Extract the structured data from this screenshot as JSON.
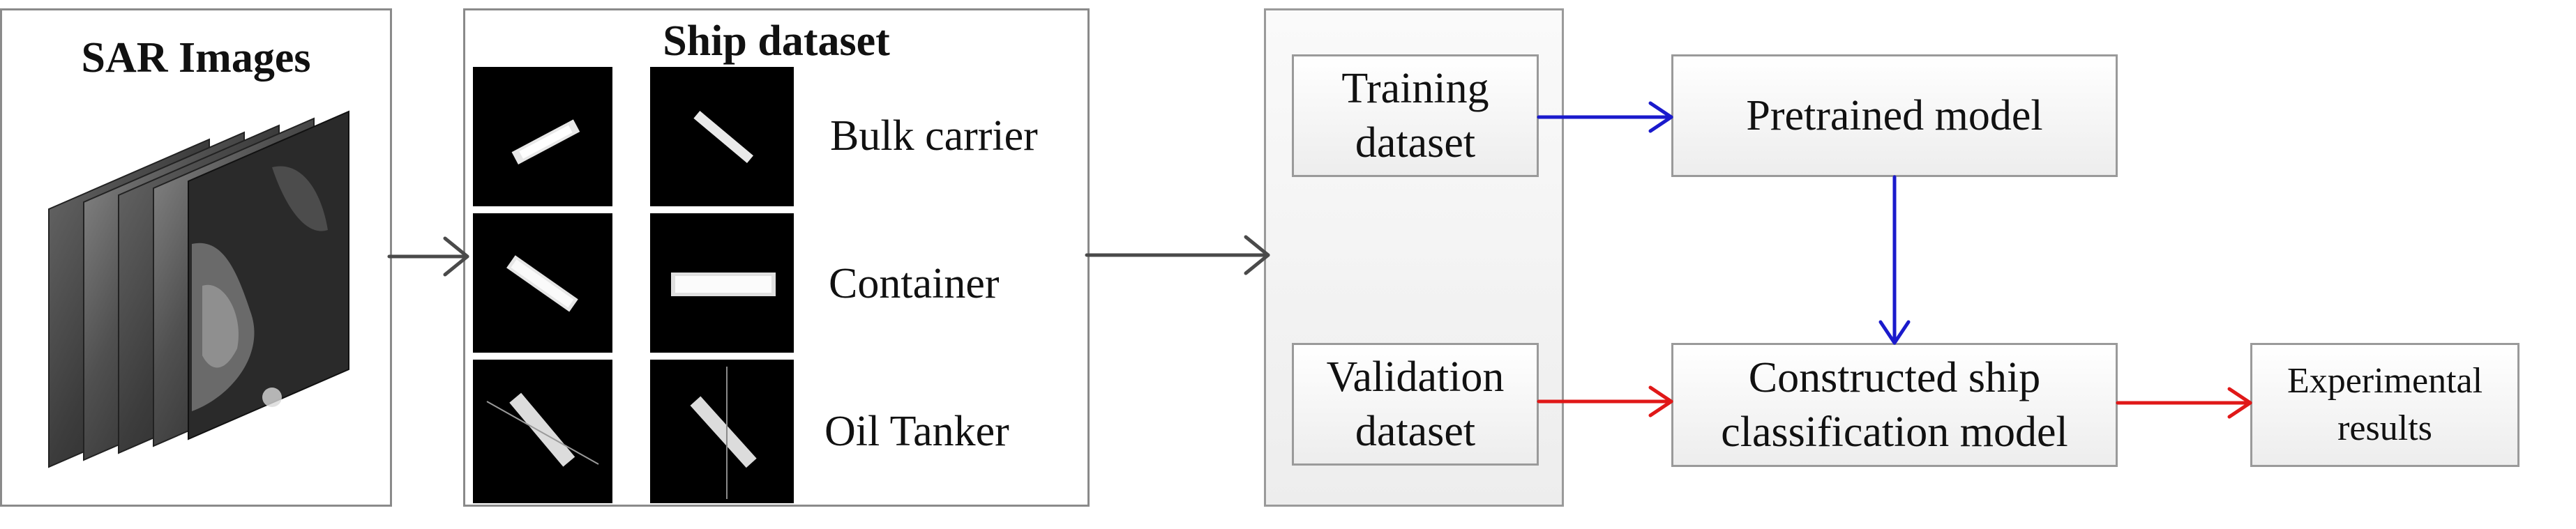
{
  "sar_panel": {
    "title": "SAR Images"
  },
  "ship_panel": {
    "title": "Ship dataset",
    "classes": [
      "Bulk carrier",
      "Container",
      "Oil Tanker"
    ]
  },
  "data_panel": {
    "training": "Training\ndataset",
    "validation": "Validation\ndataset"
  },
  "models": {
    "pretrained": "Pretrained model",
    "constructed": "Constructed ship\nclassification model"
  },
  "results": {
    "label": "Experimental\nresults"
  },
  "colors": {
    "blue_arrow": "#1a1acc",
    "red_arrow": "#e01818",
    "gray_arrow": "#4a4a4a"
  }
}
